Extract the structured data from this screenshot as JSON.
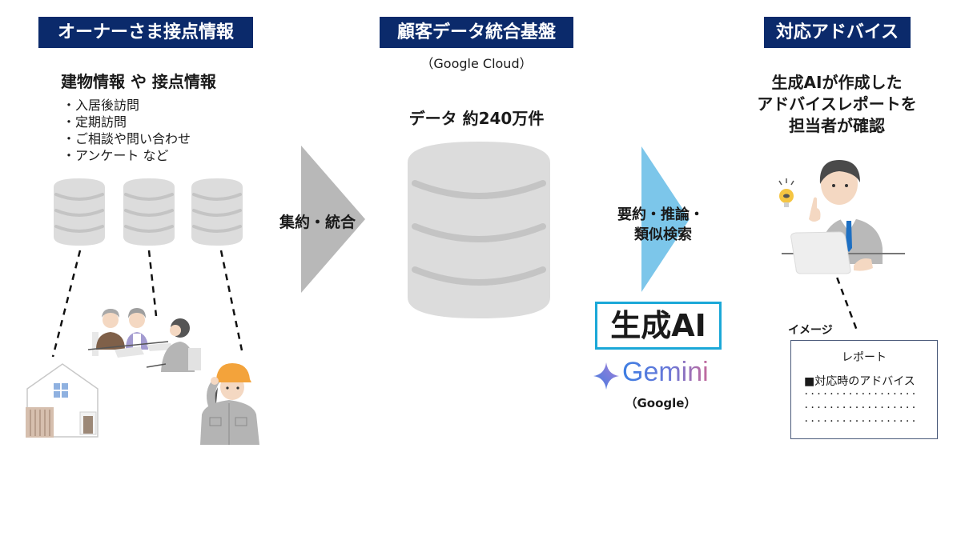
{
  "sections": {
    "owner": {
      "title": "オーナーさま接点情報",
      "subtitle": "建物情報 や 接点情報",
      "bullets": [
        "・入居後訪問",
        "・定期訪問",
        "・ご相談や問い合わせ",
        "・アンケート など"
      ]
    },
    "platform": {
      "title": "顧客データ統合基盤",
      "provider": "（Google Cloud）",
      "data_count": "データ 約240万件"
    },
    "advice": {
      "title": "対応アドバイス",
      "description_lines": [
        "生成AIが作成した",
        "アドバイスレポートを",
        "担当者が確認"
      ],
      "image_caption": "イメージ",
      "report": {
        "title": "レポート",
        "heading": "■対応時のアドバイス",
        "dot_lines": [
          "･･････････････････",
          "･･････････････････",
          "･･････････････････"
        ]
      }
    }
  },
  "arrows": {
    "aggregate": {
      "label": "集約・統合",
      "color": "#b8b8b8"
    },
    "ai_process": {
      "label_lines": [
        "要約・推論・",
        "類似検索"
      ],
      "color": "#7cc6ea"
    }
  },
  "genai": {
    "label": "生成AI",
    "border_color": "#1ba8d8",
    "product": "Gemini",
    "product_vendor": "（Google）"
  },
  "colors": {
    "title_bg": "#0b2a6b",
    "database_fill": "#dcdcdc",
    "database_line": "#c4c4c4"
  }
}
